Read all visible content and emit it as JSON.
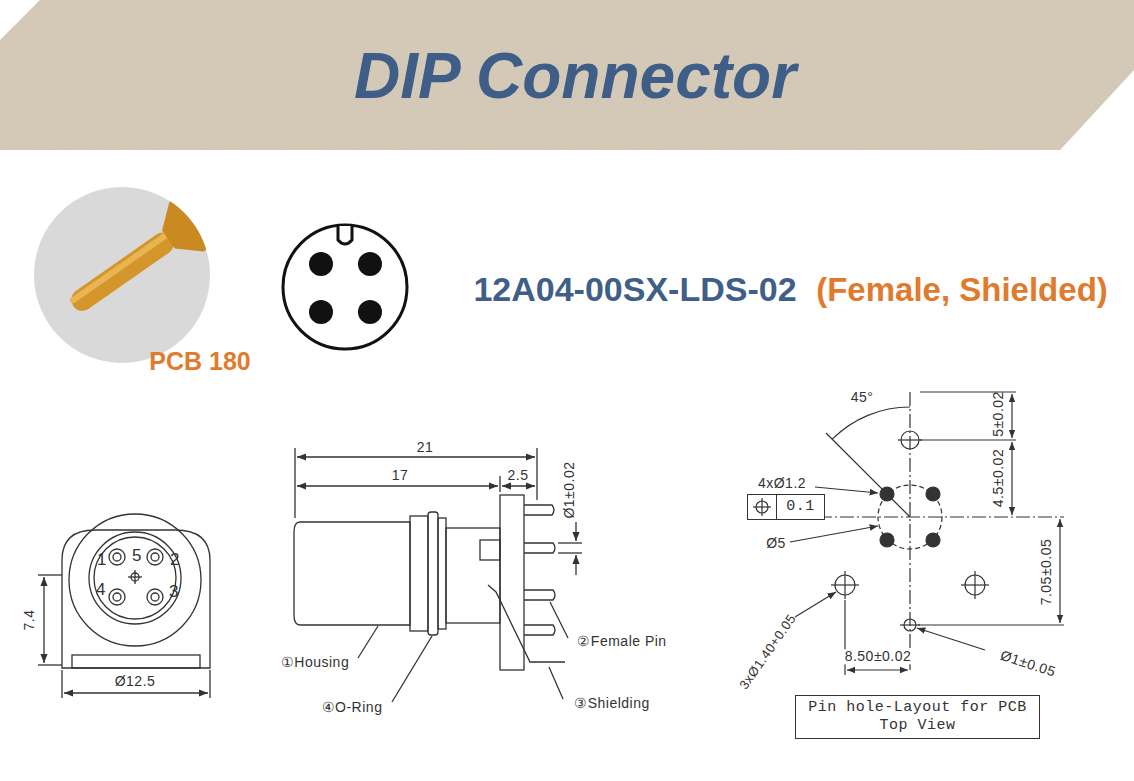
{
  "diagram": {
    "title": "DIP Connector",
    "nodes": [
      {
        "text": [
          "0.1"
        ]
      },
      {
        "text": [
          "Pin hole-Layout for PCB Top View"
        ]
      }
    ],
    "labels": [
      "PCB 180",
      "12A04-00SX-LDS-02",
      "(Female, Shielded)",
      "1",
      "5",
      "2",
      "4",
      "3",
      "7.4",
      "Ø12.5",
      "21",
      "17",
      "2.5",
      "Ø1±0.02",
      "①Housing",
      "②Female Pin",
      "③Shielding",
      "④O-Ring",
      "45°",
      "5±0.02",
      "4.5±0.02",
      "4xØ1.2",
      "Ø5",
      "7.05±0.05",
      "3xØ1.40+0.05",
      "8.50±0.02",
      "Ø1±0.05"
    ]
  }
}
